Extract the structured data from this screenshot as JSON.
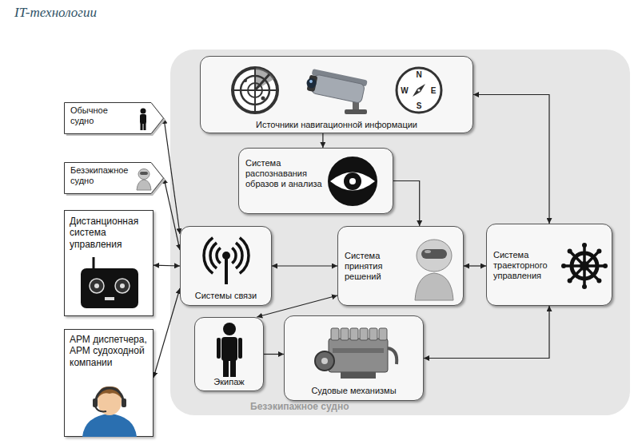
{
  "diagram": {
    "title": "IT-технологии",
    "nodes": [
      {
        "text": [
          "Обычное судно"
        ]
      },
      {
        "text": [
          "Безэкипажное судно"
        ]
      },
      {
        "text": [
          "Дистанционная система управления"
        ]
      },
      {
        "text": [
          "АРМ диспетчера, АРМ судоходной компании"
        ]
      },
      {
        "text": [
          "Безэкипажное судно"
        ]
      },
      {
        "text": [
          "Источники навигационной информации"
        ],
        "in": 4
      },
      {
        "text": [
          "Система распознавания образов и анализа"
        ],
        "in": 4
      },
      {
        "text": [
          "Системы связи"
        ],
        "in": 4
      },
      {
        "text": [
          "Система принятия решений"
        ],
        "in": 4
      },
      {
        "text": [
          "Система траекторного управления"
        ],
        "in": 4
      },
      {
        "text": [
          "Экипаж"
        ],
        "in": 4
      },
      {
        "text": [
          "Судовые механизмы"
        ],
        "in": 4
      }
    ],
    "edges": [
      {
        "from": 0,
        "to": 7,
        "arrow": "both"
      },
      {
        "from": 1,
        "to": 7,
        "arrow": "both"
      },
      {
        "from": 2,
        "to": 7,
        "arrow": "both"
      },
      {
        "from": 3,
        "to": 7,
        "arrow": "both"
      },
      {
        "from": 7,
        "to": 8,
        "arrow": "both"
      },
      {
        "from": 5,
        "to": 6,
        "arrow": "to"
      },
      {
        "from": 6,
        "to": 8,
        "arrow": "to"
      },
      {
        "from": 5,
        "to": 9,
        "arrow": "both"
      },
      {
        "from": 8,
        "to": 9,
        "arrow": "both"
      },
      {
        "from": 10,
        "to": 8,
        "arrow": "both"
      },
      {
        "from": 10,
        "to": 11,
        "arrow": "to"
      },
      {
        "from": 11,
        "to": 9,
        "arrow": "both"
      }
    ],
    "labels": [
      "N",
      "W",
      "E",
      "S"
    ]
  }
}
